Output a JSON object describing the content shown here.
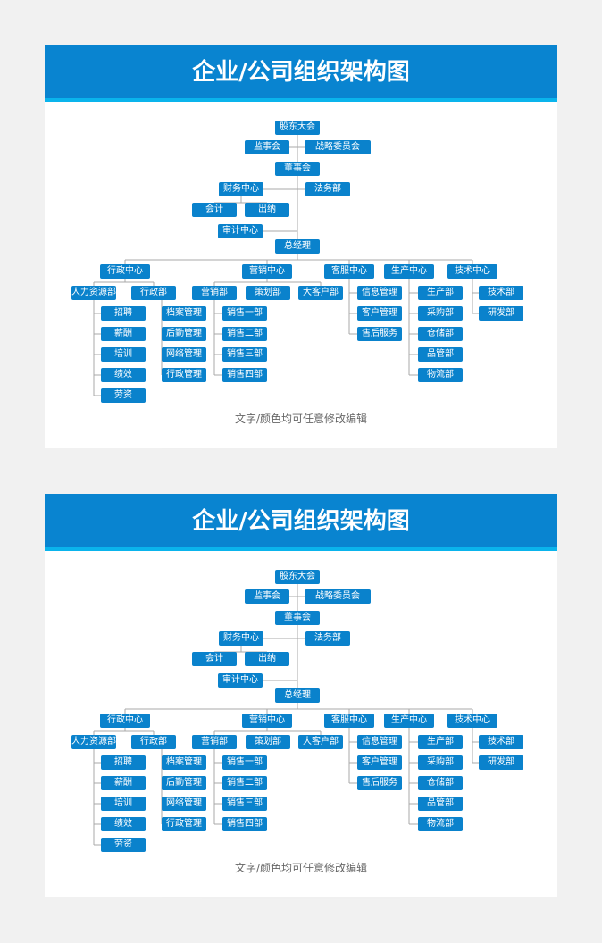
{
  "title": "企业/公司组织架构图",
  "footer": "文字/颜色均可任意修改编辑",
  "nodes": {
    "shareholders": "股东大会",
    "supervisors": "监事会",
    "strategy": "战略委员会",
    "board": "董事会",
    "finance": "财务中心",
    "legal": "法务部",
    "accounting": "会计",
    "cashier": "出纳",
    "audit": "审计中心",
    "gm": "总经理",
    "admin_center": "行政中心",
    "marketing_center": "营销中心",
    "service_center": "客服中心",
    "production_center": "生产中心",
    "tech_center": "技术中心",
    "hr": "人力资源部",
    "admin_dept": "行政部",
    "marketing_dept": "营销部",
    "planning": "策划部",
    "key_accounts": "大客户部",
    "info_mgmt": "信息管理",
    "customer_mgmt": "客户管理",
    "after_sales": "售后服务",
    "production_dept": "生产部",
    "purchasing": "采购部",
    "warehouse": "仓储部",
    "quality": "品管部",
    "logistics": "物流部",
    "tech_dept": "技术部",
    "rnd": "研发部",
    "recruit": "招聘",
    "salary": "薪酬",
    "training": "培训",
    "performance": "绩效",
    "labor": "劳资",
    "archives": "档案管理",
    "logistics_mgmt": "后勤管理",
    "network": "网络管理",
    "admin_mgmt": "行政管理",
    "sales1": "销售一部",
    "sales2": "销售二部",
    "sales3": "销售三部",
    "sales4": "销售四部"
  },
  "colors": {
    "header": "#0984d0",
    "stripe": "#0ab4ec",
    "node": "#0a82cc"
  }
}
